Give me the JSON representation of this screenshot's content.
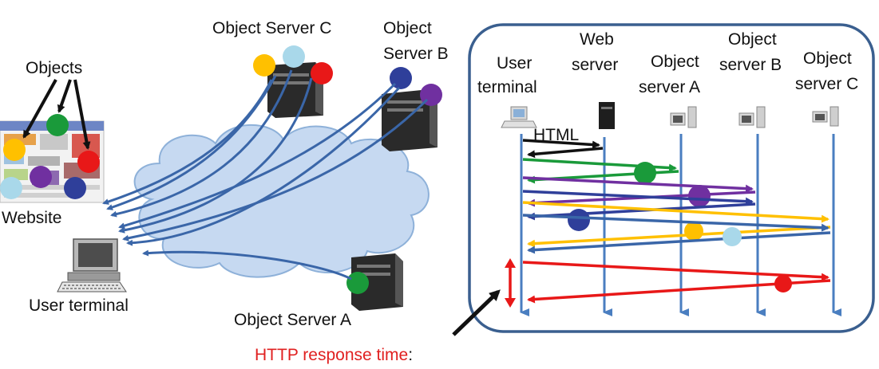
{
  "left_diagram": {
    "objects_label": "Objects",
    "website_label": "Website",
    "user_terminal_label": "User terminal",
    "server_a_label": "Object Server A",
    "server_b_label_line1": "Object",
    "server_b_label_line2": "Server B",
    "server_c_label": "Object Server C"
  },
  "sequence_diagram": {
    "columns": [
      {
        "id": "user",
        "line1": "User",
        "line2": "terminal"
      },
      {
        "id": "web",
        "line1": "Web",
        "line2": "server"
      },
      {
        "id": "a",
        "line1": "Object",
        "line2": "server A"
      },
      {
        "id": "b",
        "line1": "Object",
        "line2": "server B"
      },
      {
        "id": "c",
        "line1": "Object",
        "line2": "server C"
      }
    ],
    "html_label": "HTML"
  },
  "caption": {
    "text": "HTTP response  time",
    "suffix": ":"
  },
  "colors": {
    "green": "#1a9a3a",
    "purple": "#7030a0",
    "navy": "#2f3f9a",
    "yellow": "#ffc000",
    "lightblue": "#a9d8ea",
    "red": "#e81818",
    "arrow_blue": "#3a66a8",
    "lifeline": "#4a7ec0",
    "frame": "#3a5f8f",
    "cloud": "#c6d9f1",
    "cloud_stroke": "#8eb1d9"
  }
}
